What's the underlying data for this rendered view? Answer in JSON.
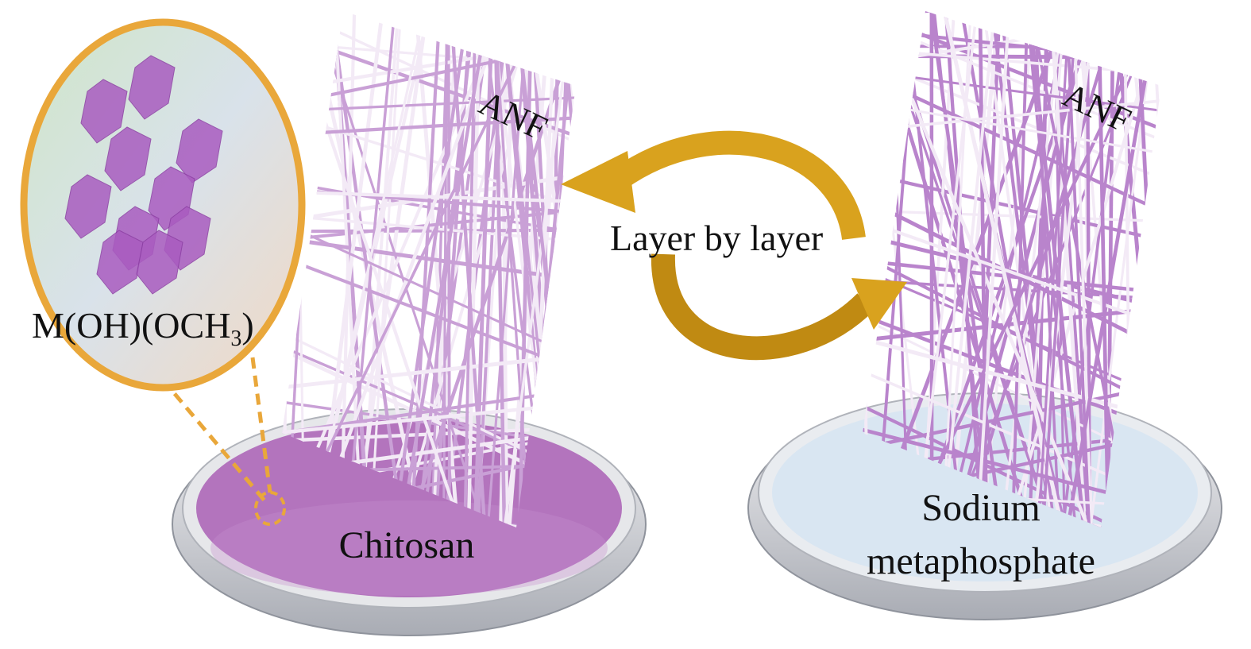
{
  "labels": {
    "anf_left": "ANF",
    "anf_right": "ANF",
    "cycle": "Layer by layer",
    "inset_formula_main": "M(OH)(OCH",
    "inset_formula_sub": "3",
    "inset_formula_end": ")",
    "left_dish": "Chitosan",
    "right_dish_line1": "Sodium",
    "right_dish_line2": "metaphosphate"
  },
  "colors": {
    "chitosan": "#b374bd",
    "metaphosphate": "#d9e6f2",
    "arrow": "#d9a21e",
    "inset_border": "#e9a73a",
    "fiber": "#c9a0d6",
    "flake": "#a95cc0"
  }
}
